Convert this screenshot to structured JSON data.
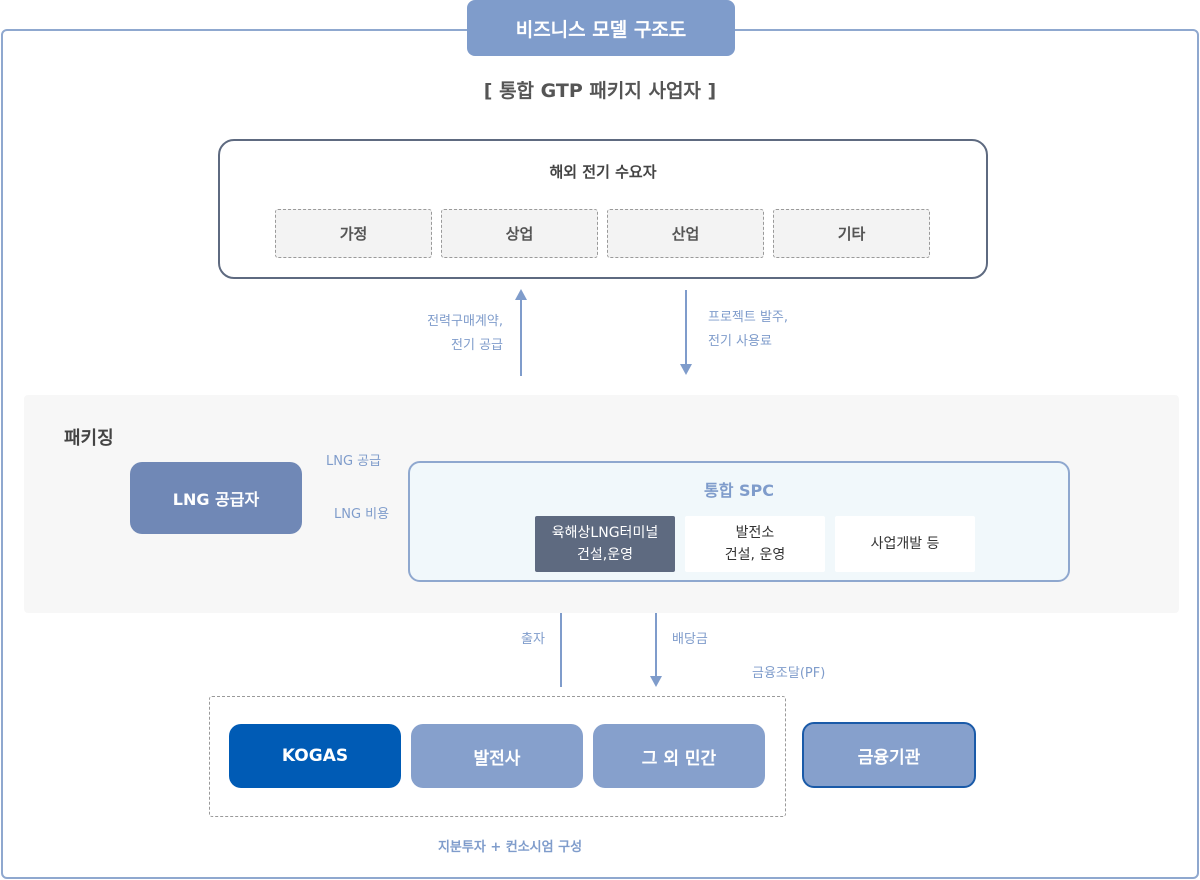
{
  "header": {
    "title": "비즈니스 모델 구조도",
    "subtitle": "[ 통합 GTP 패키지 사업자 ]"
  },
  "demand": {
    "title": "해외 전기 수요자",
    "items": [
      "가정",
      "상업",
      "산업",
      "기타"
    ]
  },
  "flows": {
    "up_label_1": "전력구매계약,",
    "up_label_2": "전기 공급",
    "down_label_1": "프로젝트 발주,",
    "down_label_2": "전기 사용료",
    "lng_supply": "LNG 공급",
    "lng_cost": "LNG 비용",
    "investment": "출자",
    "dividend": "배당금",
    "finance": "금융조달(PF)"
  },
  "packaging": {
    "title": "패키징",
    "supplier": "LNG 공급자",
    "spc": {
      "title": "통합 SPC",
      "cells": [
        {
          "line1": "육해상LNG터미널",
          "line2": "건설,운영"
        },
        {
          "line1": "발전소",
          "line2": "건설, 운영"
        },
        {
          "line1": "사업개발 등",
          "line2": ""
        }
      ]
    }
  },
  "investors": {
    "items": [
      "KOGAS",
      "발전사",
      "그 외 민간"
    ],
    "finance_institution": "금융기관",
    "caption": "지분투자 + 컨소시엄 구성"
  },
  "colors": {
    "accent": "#7f9ccb",
    "kogas": "#005bb5",
    "dark_cell": "#5e6a80"
  }
}
